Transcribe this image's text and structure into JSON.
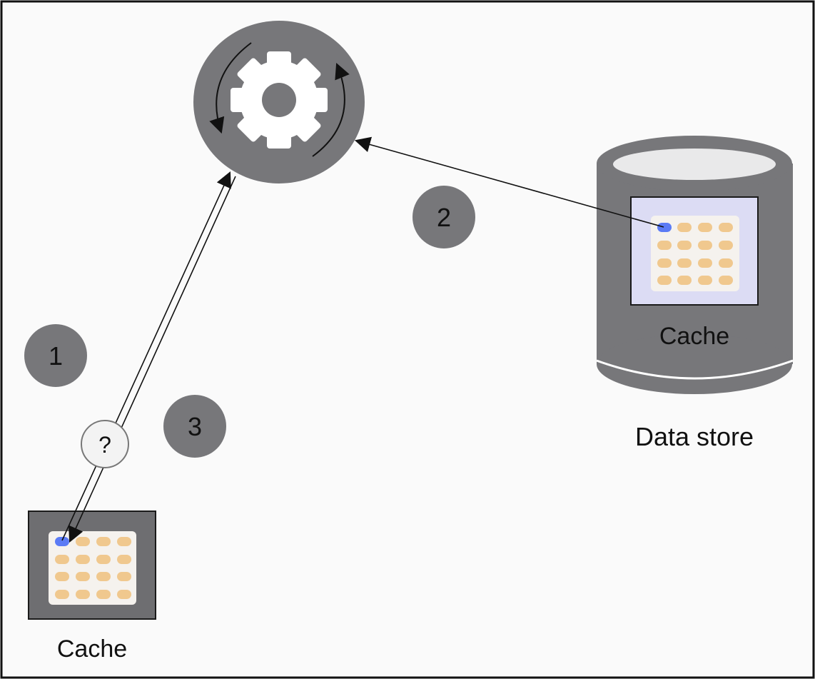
{
  "labels": {
    "local_cache": "Cache",
    "store_cache": "Cache",
    "data_store": "Data store",
    "query_mark": "?"
  },
  "steps": [
    "1",
    "2",
    "3"
  ],
  "icons": {
    "processor": "gear-icon",
    "data_store": "database-cylinder-icon"
  },
  "colors": {
    "frame_border": "#111111",
    "background": "#fafafa",
    "dark_gray": "#77777a",
    "gear": "#ffffff",
    "cylinder_top": "#e9e9ea",
    "cache_panel_store": "#dcdcf4",
    "cache_grid": "#f5f2ee",
    "data_cell": "#f0c88e",
    "highlight_cell": "#5b7bf5",
    "query_circle": "#f3f3f3"
  }
}
